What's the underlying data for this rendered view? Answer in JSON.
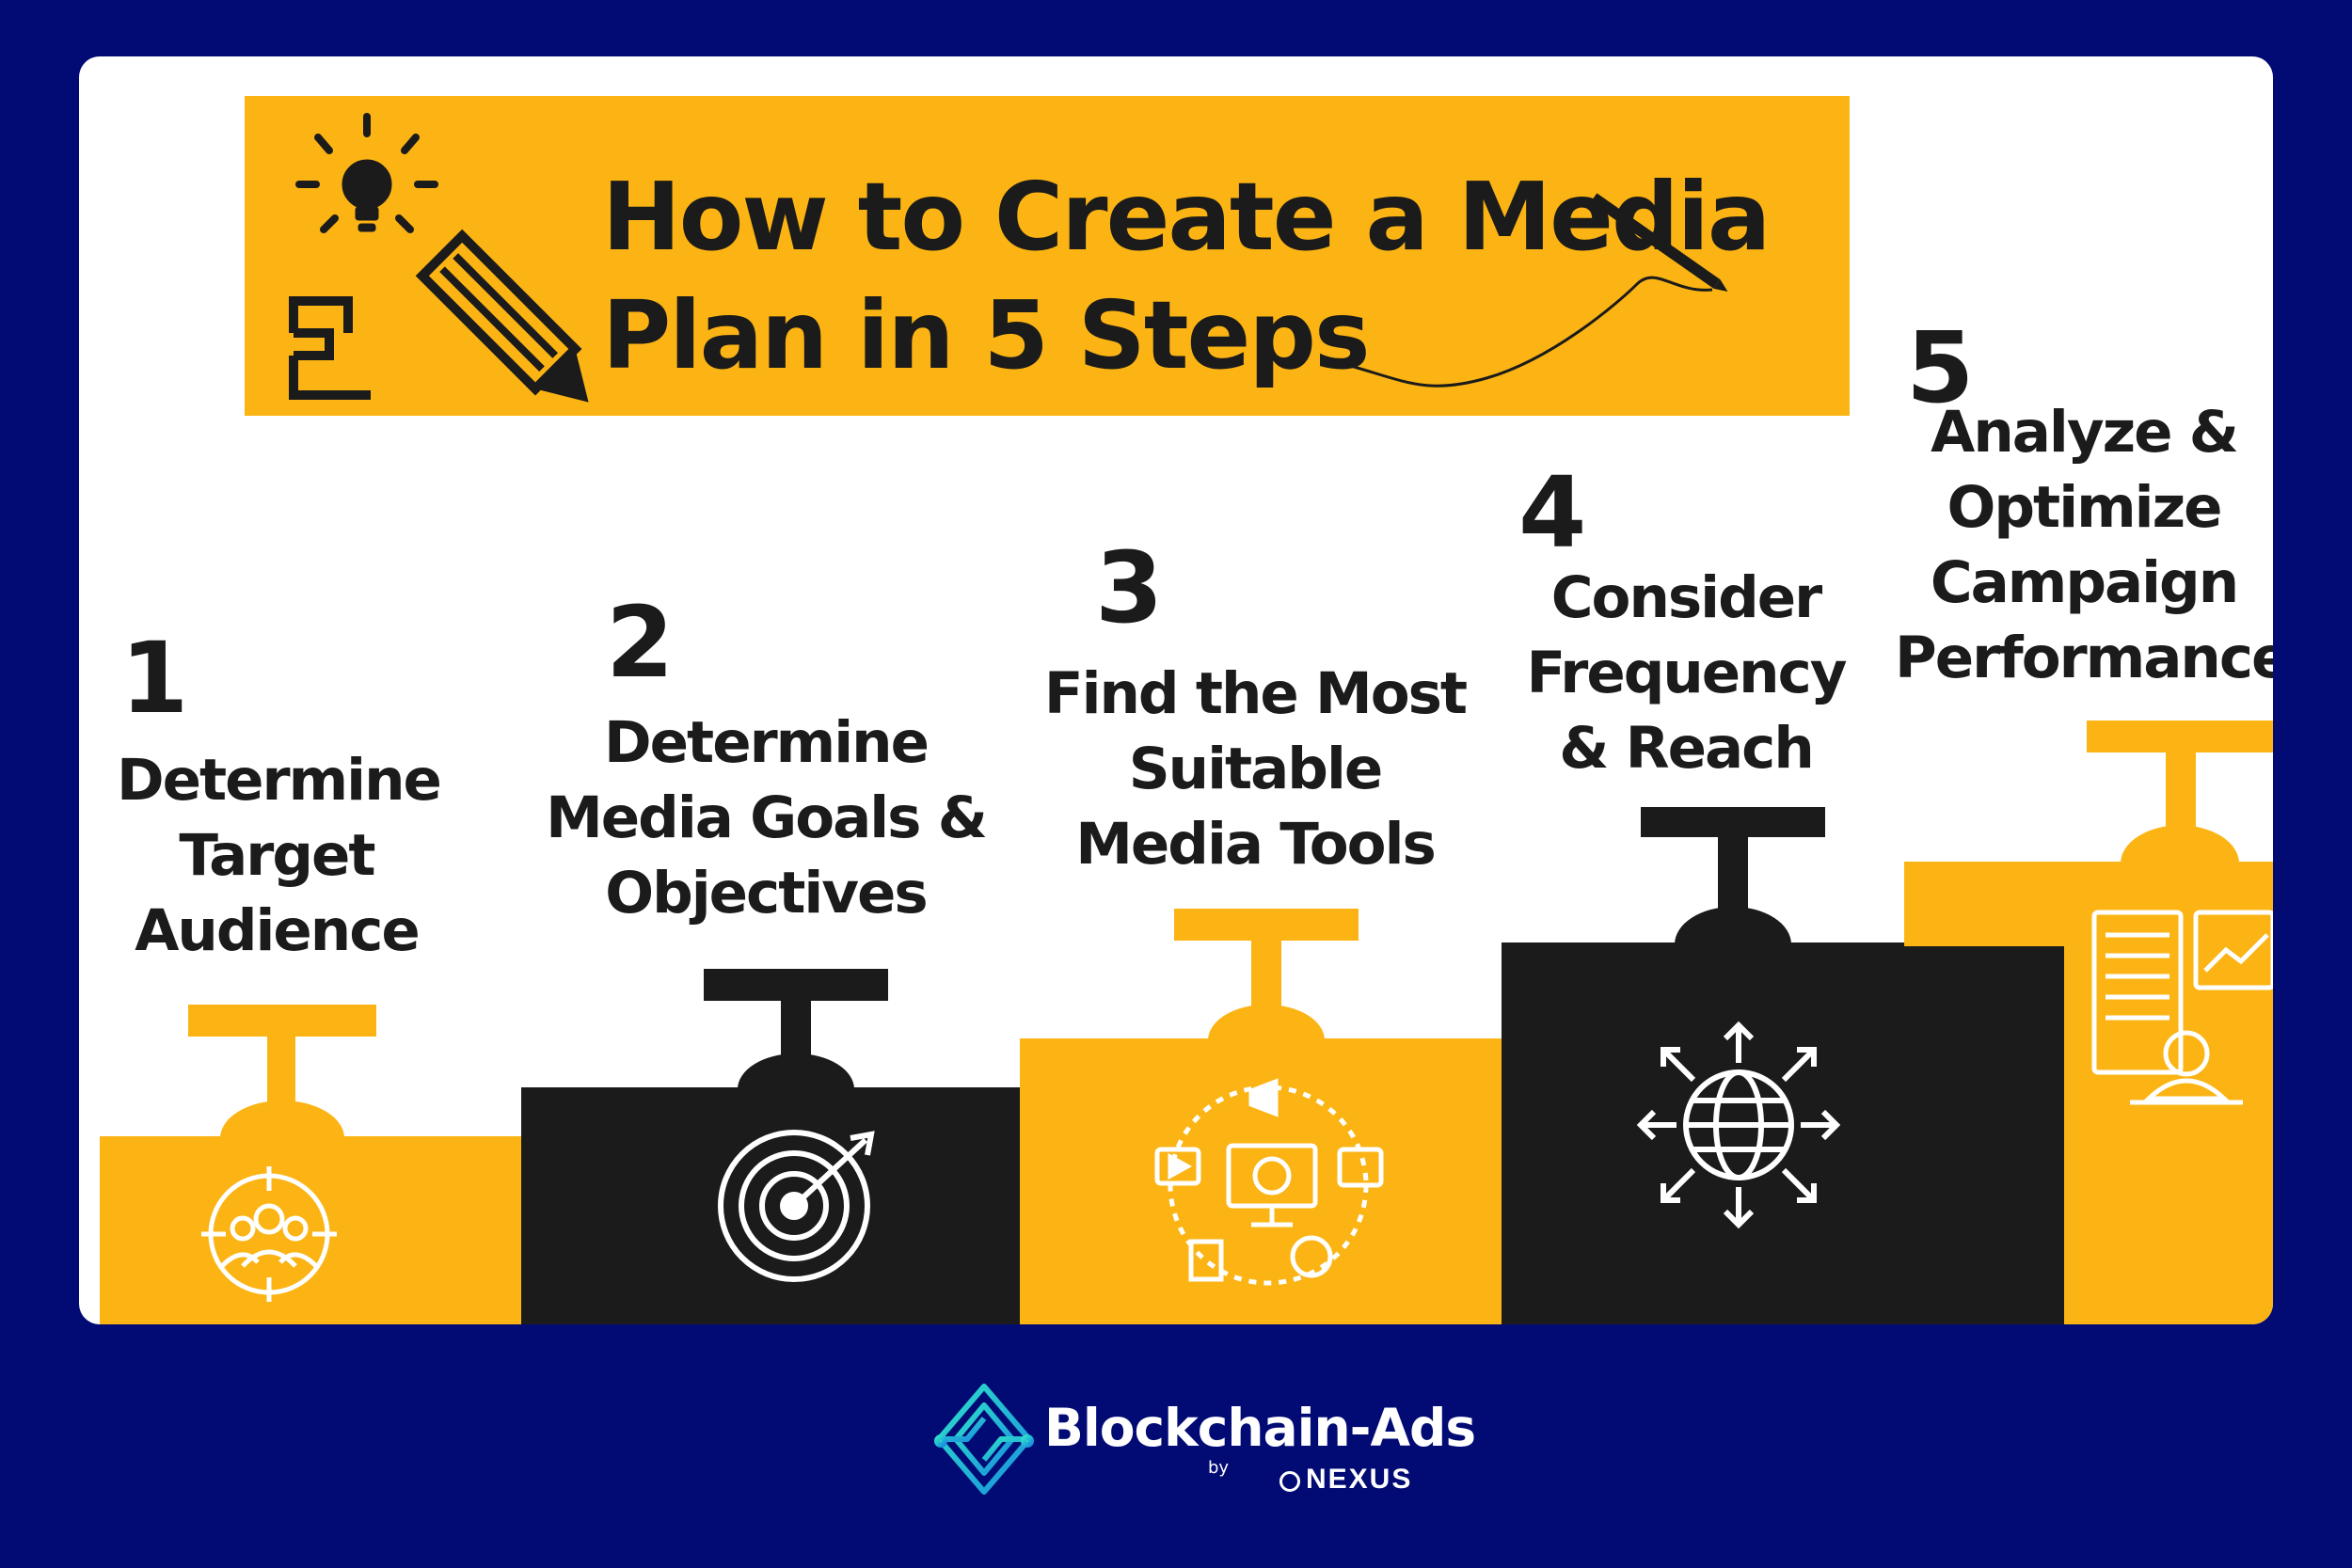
{
  "title_line1": "How to Create a Media",
  "title_line2": "Plan in 5 Steps",
  "steps": [
    {
      "number": "1",
      "label": [
        "Determine",
        "Target",
        "Audience"
      ],
      "icon": "target-audience-icon"
    },
    {
      "number": "2",
      "label": [
        "Determine",
        "Media Goals &",
        "Objectives"
      ],
      "icon": "bullseye-target-icon"
    },
    {
      "number": "3",
      "label": [
        "Find the Most",
        "Suitable",
        "Media Tools"
      ],
      "icon": "media-tools-icon"
    },
    {
      "number": "4",
      "label": [
        "Consider",
        "Frequency",
        "& Reach"
      ],
      "icon": "globe-reach-icon"
    },
    {
      "number": "5",
      "label": [
        "Analyze &",
        "Optimize",
        "Campaign",
        "Performance"
      ],
      "icon": "analytics-dashboard-icon"
    }
  ],
  "footer": {
    "brand": "Blockchain-Ads",
    "by": "by",
    "partner": "NEXUS"
  },
  "colors": {
    "background": "#020b74",
    "card": "#ffffff",
    "accent_yellow": "#fbb414",
    "dark": "#1b1b1b",
    "logo_teal": "#2de0c8"
  }
}
